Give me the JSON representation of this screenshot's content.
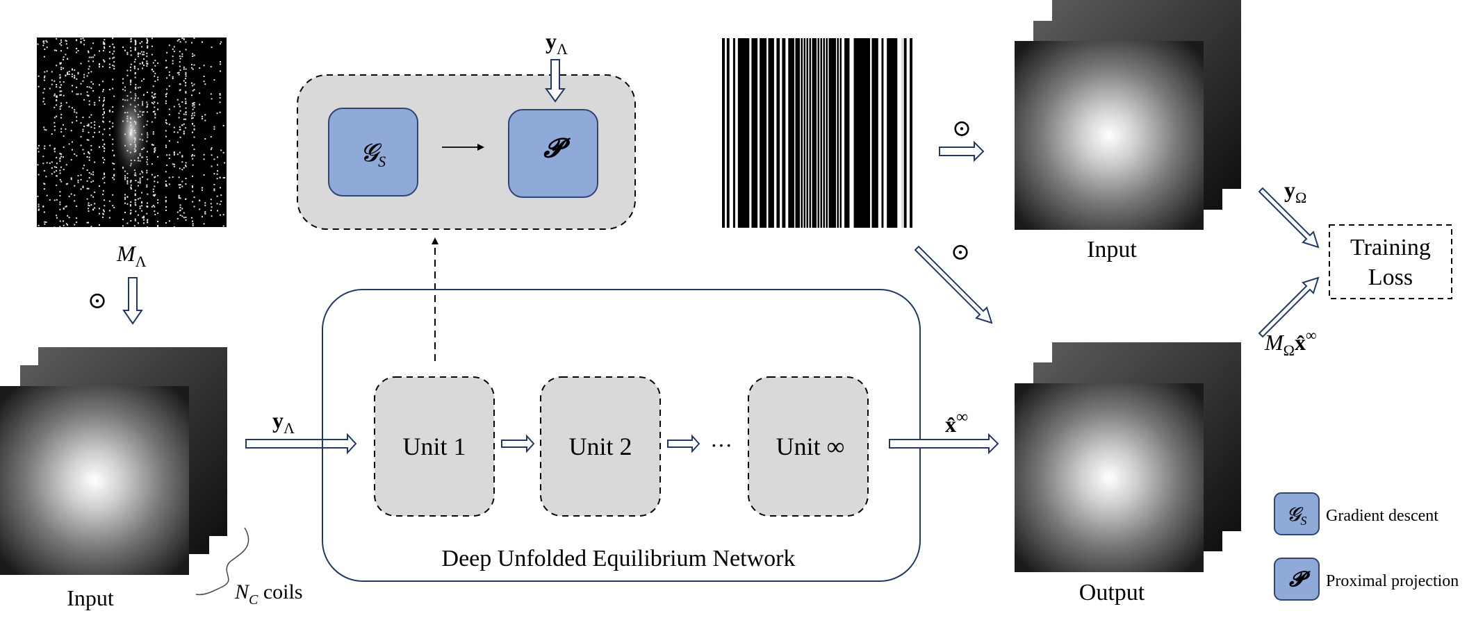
{
  "left": {
    "mask_label": {
      "base": "M",
      "sub": "Λ"
    },
    "odot": "⊙",
    "input_label": "Input",
    "coils_label": {
      "base": "N",
      "sub": "C",
      "tail": " coils"
    }
  },
  "flow": {
    "y_lambda": {
      "base": "y",
      "sub": "Λ"
    },
    "x_hat_inf": {
      "base": "x̂",
      "sup": "∞"
    }
  },
  "network": {
    "title": "Deep Unfolded Equilibrium Network",
    "units": [
      "Unit 1",
      "Unit 2",
      "Unit ∞"
    ],
    "ellipsis": "···"
  },
  "inset": {
    "top_input": {
      "base": "y",
      "sub": "Λ"
    },
    "gradient_block": {
      "base": "𝓖",
      "sub": "S"
    },
    "proximal_block": "𝓟"
  },
  "right": {
    "odot": "⊙",
    "top_label": "Input",
    "bottom_label": "Output",
    "y_omega": {
      "base": "y",
      "sub": "Ω"
    },
    "m_omega_x": {
      "base": "M",
      "sub": "Ω",
      "tail": "x̂",
      "sup": "∞"
    },
    "loss_label": [
      "Training",
      "Loss"
    ]
  },
  "legend": [
    {
      "symbol": "𝓖",
      "sub": "S",
      "label": "Gradient descent"
    },
    {
      "symbol": "𝓟",
      "sub": "",
      "label": "Proximal projection"
    }
  ],
  "colors": {
    "block_fill": "#8fa9d9",
    "block_stroke": "#2f4570",
    "unit_fill": "#d9d9d9",
    "arrow": "#1f3864",
    "frame": "#1f3864"
  }
}
